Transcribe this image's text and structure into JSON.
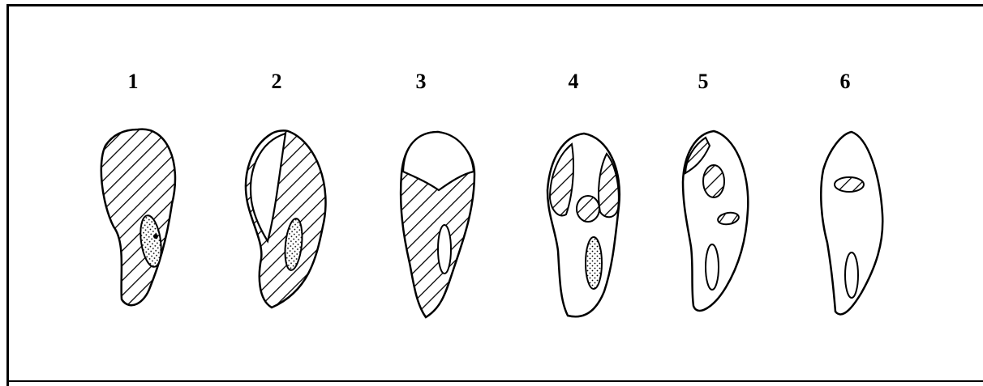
{
  "figure": {
    "labels": [
      "1",
      "2",
      "3",
      "4",
      "5",
      "6"
    ]
  }
}
